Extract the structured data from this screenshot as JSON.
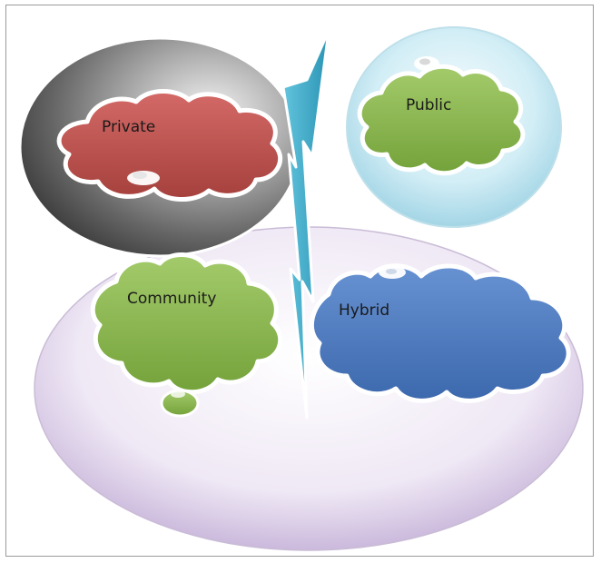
{
  "diagram": {
    "labels": {
      "private": "Private",
      "public": "Public",
      "community": "Community",
      "hybrid": "Hybrid"
    },
    "colors": {
      "private_cloud": "#c0504d",
      "public_cloud": "#8ab84a",
      "community_cloud": "#8ab84a",
      "hybrid_cloud": "#4f7fc4",
      "divider": "#3aa7c4",
      "base_ellipse": "#e6dcef",
      "private_circle": "#7a7a7a",
      "public_circle": "#cdebf3"
    }
  }
}
